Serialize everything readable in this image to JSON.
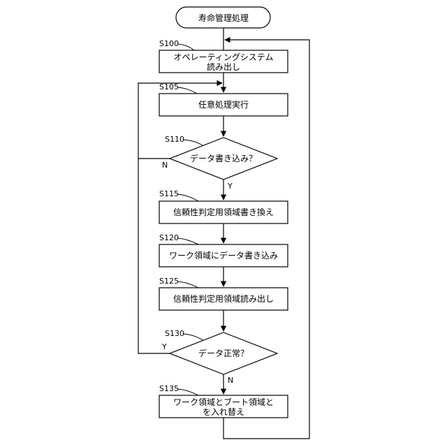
{
  "terminal": {
    "label": "寿命管理処理"
  },
  "steps": {
    "s100": {
      "id": "S100",
      "line1": "オペレーティングシステム",
      "line2": "読み出し"
    },
    "s105": {
      "id": "S105",
      "line1": "任意処理実行"
    },
    "s110": {
      "id": "S110",
      "line1": "データ書き込み？",
      "yes": "Y",
      "no": "N"
    },
    "s115": {
      "id": "S115",
      "line1": "信頼性判定用領域書き換え"
    },
    "s120": {
      "id": "S120",
      "line1": "ワーク領域にデータ書き込み"
    },
    "s125": {
      "id": "S125",
      "line1": "信頼性判定用領域読み出し"
    },
    "s130": {
      "id": "S130",
      "line1": "データ正常？",
      "yes": "Y",
      "no": "N"
    },
    "s135": {
      "id": "S135",
      "line1": "ワーク領域とブート領域と",
      "line2": "を入れ替え"
    }
  }
}
